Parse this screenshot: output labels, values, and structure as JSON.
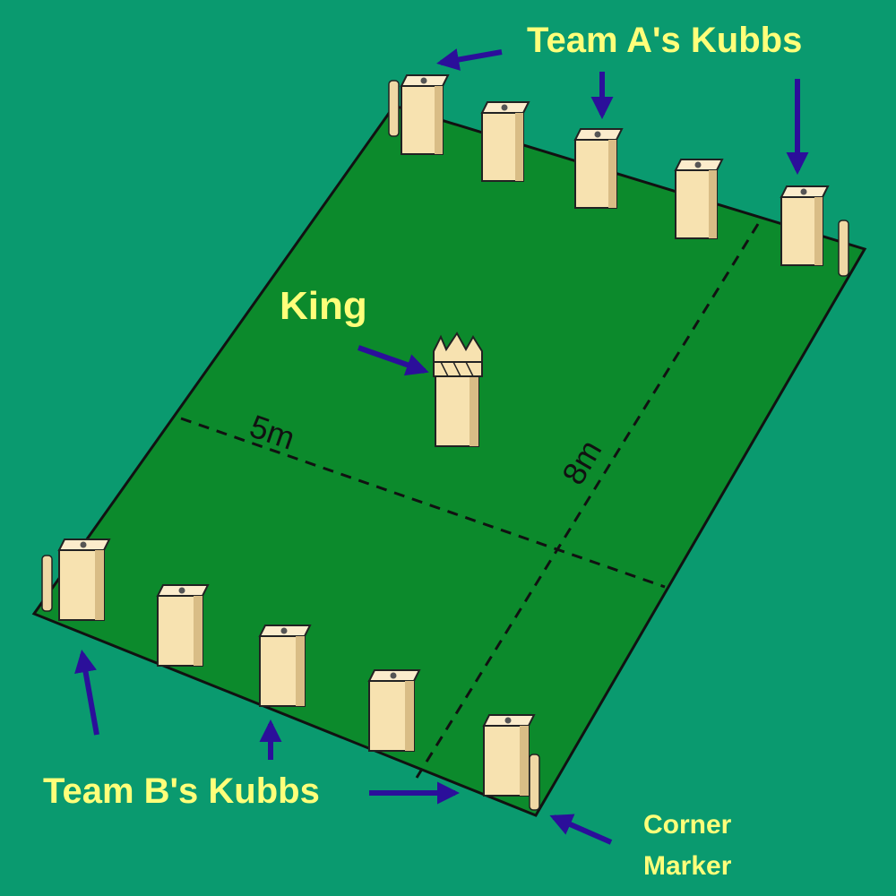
{
  "colors": {
    "background": "#0a9a6f",
    "pitch": "#0c8a2c",
    "pitch_edge": "#111111",
    "wood": "#f7e2b0",
    "wood_shade": "#d9bd86",
    "label": "#ffff7a",
    "arrow": "#2b0f9a"
  },
  "labels": {
    "team_a": "Team A's Kubbs",
    "team_b": "Team B's Kubbs",
    "king": "King",
    "corner_line1": "Corner",
    "corner_line2": "Marker"
  },
  "dimensions": {
    "width": "5m",
    "length": "8m"
  },
  "icons": {
    "kubb": "wooden-block",
    "king": "crowned-block",
    "marker": "stake",
    "arrow": "pointer-arrow"
  }
}
